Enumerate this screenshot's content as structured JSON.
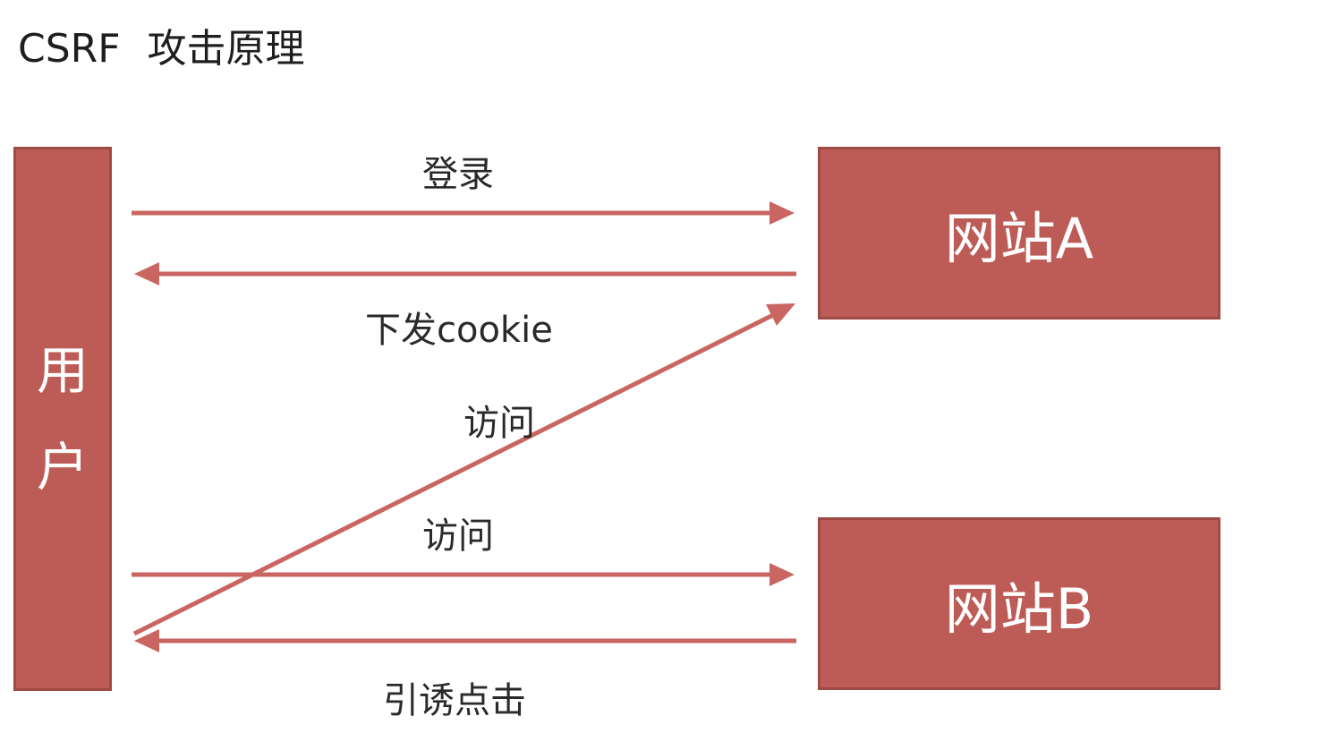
{
  "title": {
    "main": "CSRF",
    "sub": "攻击原理"
  },
  "nodes": {
    "user": "用户",
    "site_a": "网站A",
    "site_b": "网站B"
  },
  "edges": {
    "login": "登录",
    "issue_cookie": "下发cookie",
    "visit_a": "访问",
    "visit_b": "访问",
    "lure_click": "引诱点击"
  },
  "colors": {
    "box_fill": "#bd5c57",
    "arrow": "#c96661"
  }
}
